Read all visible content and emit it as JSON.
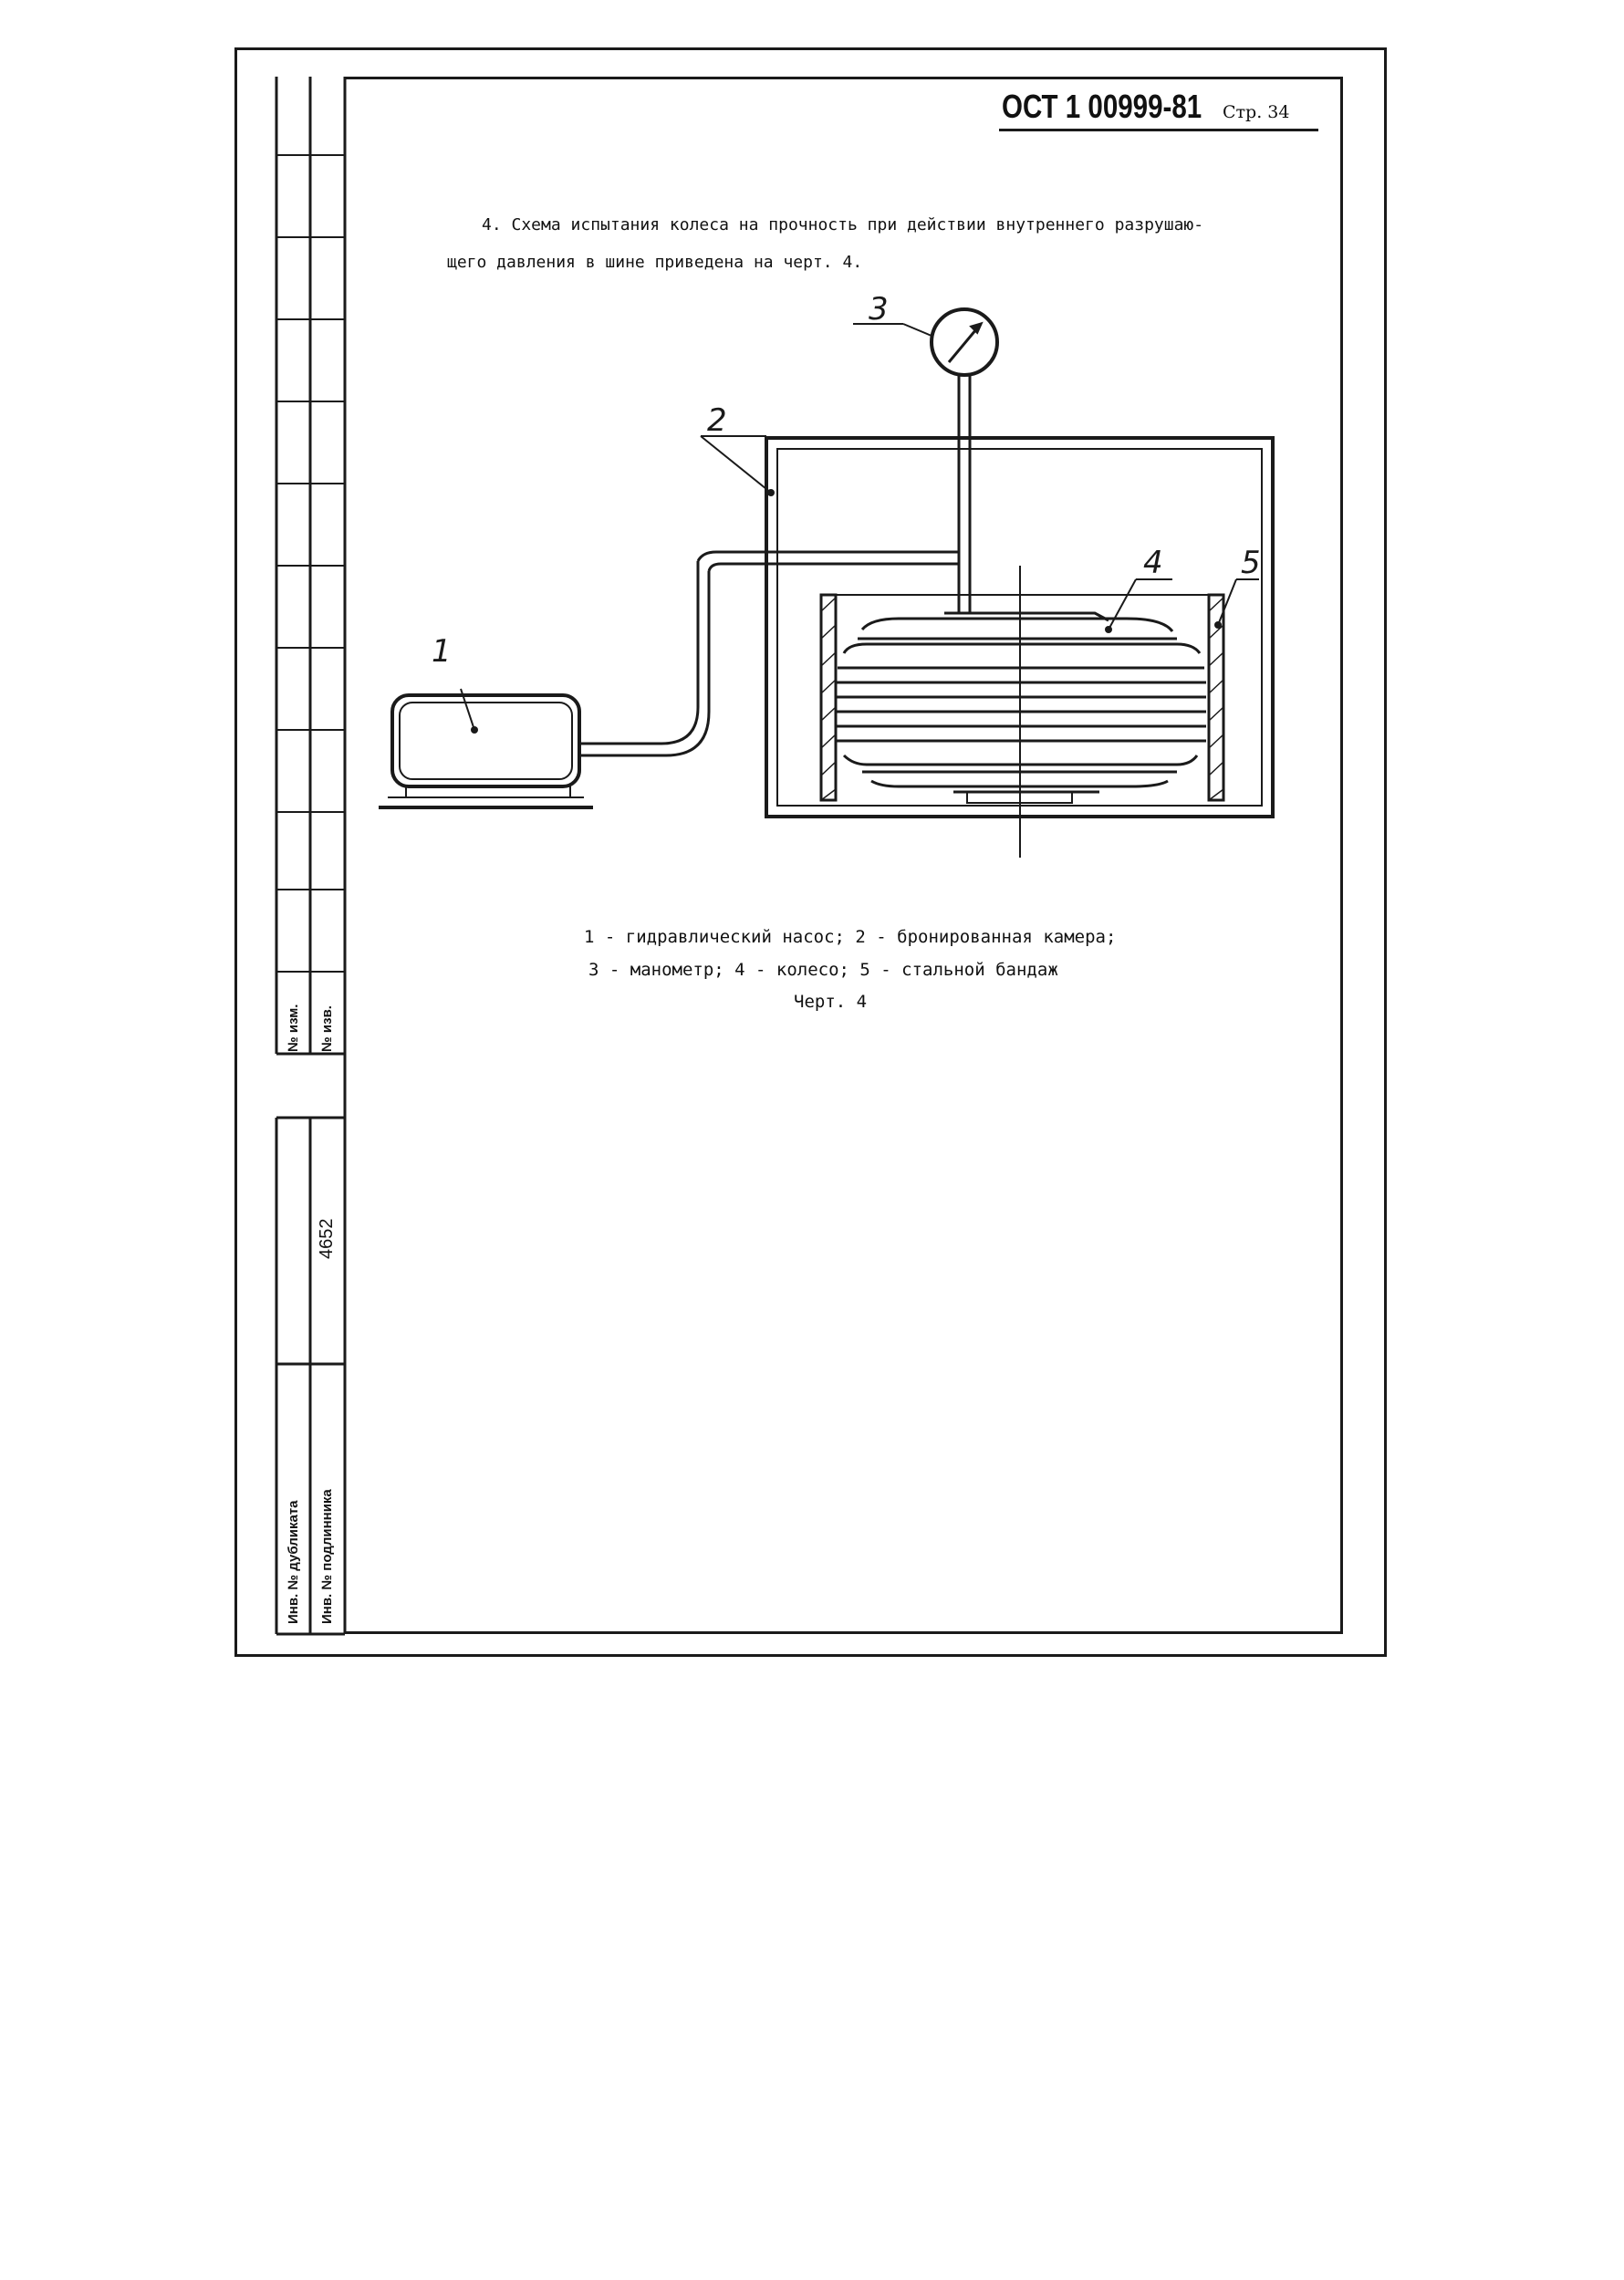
{
  "header": {
    "doc_code": "ОСТ 1 00999-81",
    "page_label": "Стр. 34"
  },
  "body_text": {
    "line1": "4. Схема испытания колеса на прочность при действии внутреннего разрушаю-",
    "line2": "щего давления в шине приведена на черт. 4."
  },
  "figure": {
    "callouts": [
      "1",
      "2",
      "3",
      "4",
      "5"
    ]
  },
  "legend": {
    "line1": "1 - гидравлический насос; 2 - бронированная камера;",
    "line2": "3 - манометр; 4 - колесо; 5 - стальной бандаж",
    "figure_label": "Черт. 4"
  },
  "side_strip": {
    "change_no": "№ изм.",
    "notice_no": "№ изв.",
    "inventory_number": "4652",
    "dup_inv_label": "Инв. № дубликата",
    "orig_inv_label": "Инв. № подлинника"
  }
}
